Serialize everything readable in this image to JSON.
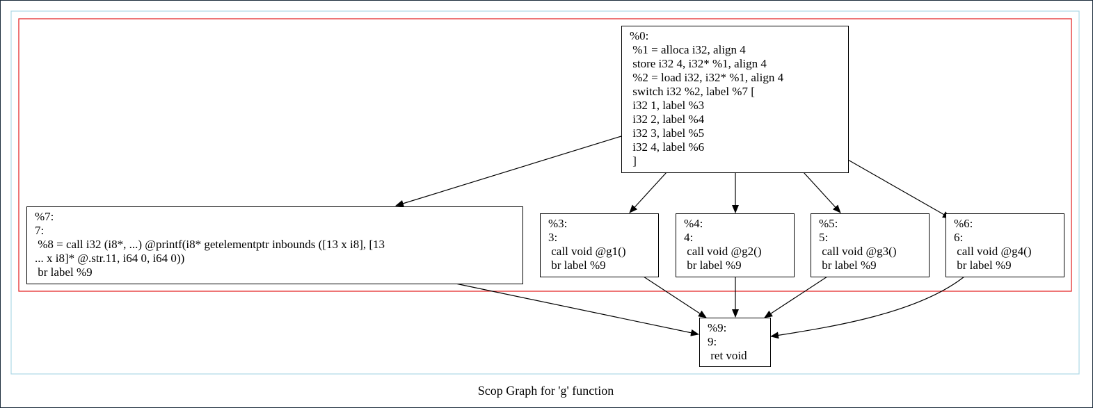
{
  "graph": {
    "caption": "Scop Graph for 'g' function",
    "colors": {
      "outer_cluster": "#add8e6",
      "inner_cluster": "#e31a1c",
      "edge": "#000000"
    },
    "nodes": [
      {
        "id": "n0",
        "lines": [
          "%0:",
          " %1 = alloca i32, align 4",
          " store i32 4, i32* %1, align 4",
          " %2 = load i32, i32* %1, align 4",
          " switch i32 %2, label %7 [",
          " i32 1, label %3",
          " i32 2, label %4",
          " i32 3, label %5",
          " i32 4, label %6",
          " ]"
        ]
      },
      {
        "id": "n7",
        "lines": [
          "%7:",
          "7:",
          " %8 = call i32 (i8*, ...) @printf(i8* getelementptr inbounds ([13 x i8], [13",
          "... x i8]* @.str.11, i64 0, i64 0))",
          " br label %9"
        ]
      },
      {
        "id": "n3",
        "lines": [
          "%3:",
          "3:",
          " call void @g1()",
          " br label %9"
        ]
      },
      {
        "id": "n4",
        "lines": [
          "%4:",
          "4:",
          " call void @g2()",
          " br label %9"
        ]
      },
      {
        "id": "n5",
        "lines": [
          "%5:",
          "5:",
          " call void @g3()",
          " br label %9"
        ]
      },
      {
        "id": "n6",
        "lines": [
          "%6:",
          "6:",
          " call void @g4()",
          " br label %9"
        ]
      },
      {
        "id": "n9",
        "lines": [
          "%9:",
          "9:",
          " ret void"
        ]
      }
    ]
  }
}
